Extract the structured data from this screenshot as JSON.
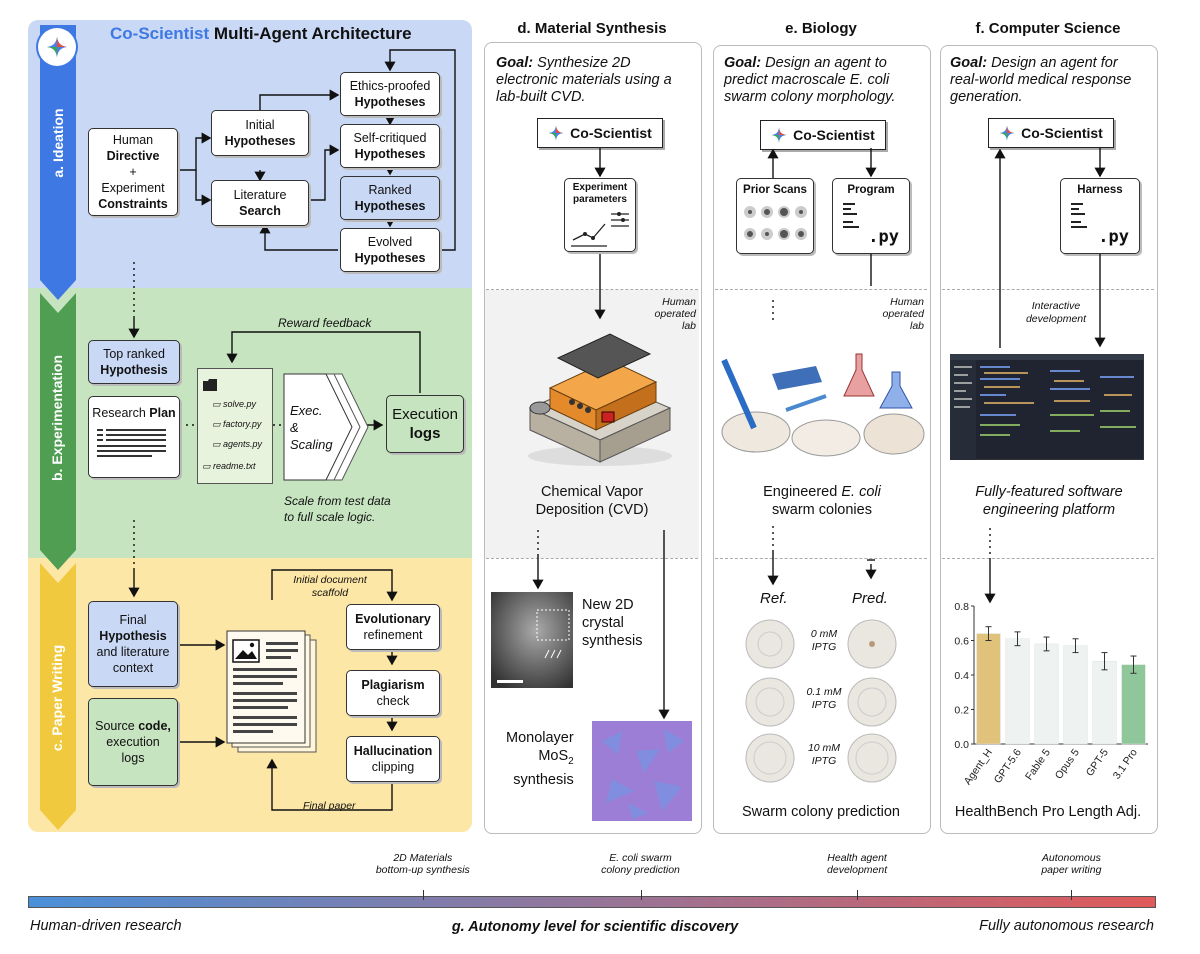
{
  "left": {
    "title_brand": "Co-Scientist",
    "title_rest": "Multi-Agent Architecture",
    "sections": {
      "ideation": "a. Ideation",
      "experimentation": "b. Experimentation",
      "paper_writing": "c. Paper Writing"
    },
    "ideation": {
      "human_l1": "Human",
      "human_l2": "Directive",
      "human_l3": "+",
      "human_l4": "Experiment",
      "human_l5": "Constraints",
      "initial_l1": "Initial",
      "initial_l2": "Hypotheses",
      "lit_l1": "Literature",
      "lit_l2": "Search",
      "ethics_l1": "Ethics-proofed",
      "ethics_l2": "Hypotheses",
      "self_l1": "Self-critiqued",
      "self_l2": "Hypotheses",
      "ranked_l1": "Ranked",
      "ranked_l2": "Hypotheses",
      "evolved_l1": "Evolved",
      "evolved_l2": "Hypotheses"
    },
    "experimentation": {
      "reward": "Reward feedback",
      "top_l1": "Top ranked",
      "top_l2": "Hypothesis",
      "plan_l1": "Research",
      "plan_l2": "Plan",
      "files": [
        "solve.py",
        "factory.py",
        "agents.py",
        "readme.txt"
      ],
      "exec_l1": "Exec.",
      "exec_l2": "&",
      "exec_l3": "Scaling",
      "logs_l1": "Execution",
      "logs_l2": "logs",
      "scale_note": "Scale from test data to full scale logic."
    },
    "paper": {
      "scaffold": "Initial document scaffold",
      "final_l1": "Final",
      "final_l2": "Hypothesis",
      "final_l3": "and literature",
      "final_l4": "context",
      "source_l1": "Source",
      "source_l2": "code,",
      "source_l3": "execution",
      "source_l4": "logs",
      "evo_l1": "Evolutionary",
      "evo_l2": "refinement",
      "plag_l1": "Plagiarism",
      "plag_l2": "check",
      "hall_l1": "Hallucination",
      "hall_l2": "clipping",
      "final_paper": "Final paper"
    }
  },
  "panels": {
    "d": {
      "title": "d. Material Synthesis",
      "goal_label": "Goal:",
      "goal": "Synthesize 2D electronic materials using a lab-built CVD.",
      "cs": "Co-Scientist",
      "exp_l1": "Experiment",
      "exp_l2": "parameters",
      "lab": "Human operated lab",
      "caption_l1": "Chemical Vapor",
      "caption_l2": "Deposition (CVD)",
      "new2d_l1": "New 2D",
      "new2d_l2": "crystal",
      "new2d_l3": "synthesis",
      "mono_l1": "Monolayer",
      "mono_l2": "MoS",
      "mono_sub": "2",
      "mono_l3": "synthesis"
    },
    "e": {
      "title": "e. Biology",
      "goal_label": "Goal:",
      "goal": "Design an agent to predict macroscale E. coli swarm colony morphology.",
      "cs": "Co-Scientist",
      "prior": "Prior Scans",
      "program": "Program",
      "py": ".py",
      "lab": "Human operated lab",
      "caption_l1": "Engineered",
      "caption_em": "E. coli",
      "caption_l2": "swarm colonies",
      "ref": "Ref.",
      "pred": "Pred.",
      "conds": [
        "0 mM IPTG",
        "0.1 mM IPTG",
        "10 mM IPTG"
      ],
      "bottom": "Swarm colony prediction"
    },
    "f": {
      "title": "f. Computer Science",
      "goal_label": "Goal:",
      "goal": "Design an agent for real-world medical response generation.",
      "cs": "Co-Scientist",
      "harness": "Harness",
      "py": ".py",
      "interactive": "Interactive development",
      "caption_l1": "Fully-featured software",
      "caption_l2": "engineering platform",
      "bottom": "HealthBench Pro Length Adj."
    }
  },
  "chart_data": {
    "type": "bar",
    "categories": [
      "Agent_H",
      "GPT-5.6",
      "Fable 5",
      "Opus 5",
      "GPT-5",
      "3.1 Pro"
    ],
    "values": [
      0.64,
      0.61,
      0.58,
      0.57,
      0.48,
      0.46
    ],
    "errors": [
      0.04,
      0.04,
      0.04,
      0.04,
      0.05,
      0.05
    ],
    "colors": [
      "#e0c27a",
      "#eef2f0",
      "#eef2f0",
      "#eef2f0",
      "#eef2f0",
      "#8fc79a"
    ],
    "yticks": [
      "0.0",
      "0.2",
      "0.4",
      "0.6",
      "0.8"
    ],
    "ylim": [
      0,
      0.8
    ],
    "title": "HealthBench Pro Length Adj."
  },
  "timeline": {
    "markers": [
      {
        "l1": "2D Materials",
        "l2": "bottom-up synthesis",
        "pos": 0.35
      },
      {
        "l1": "E. coli swarm",
        "l2": "colony prediction",
        "pos": 0.543
      },
      {
        "l1": "Health agent",
        "l2": "development",
        "pos": 0.735
      },
      {
        "l1": "Autonomous",
        "l2": "paper writing",
        "pos": 0.925
      }
    ],
    "left": "Human-driven research",
    "center": "g. Autonomy level for scientific discovery",
    "right": "Fully autonomous research",
    "color_start": "#4a90d9",
    "color_end": "#e05a5a"
  }
}
